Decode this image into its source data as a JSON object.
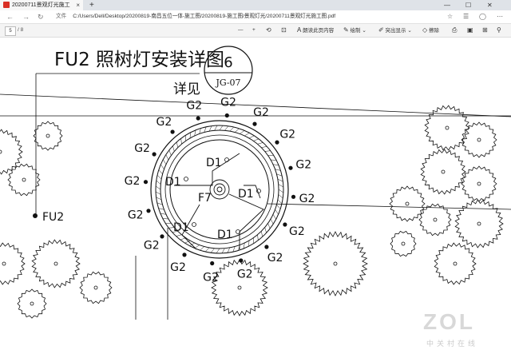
{
  "tab": {
    "title": "20200711景观灯光施工图.pdf",
    "close": "×",
    "new": "+"
  },
  "window": {
    "minimize": "—",
    "maximize": "☐",
    "close": "✕"
  },
  "address": {
    "label": "文件",
    "url": "C:/Users/Dell/Desktop/20200819-南昌五位一体-施工图/20200819-施工图/景观灯光/20200711景观灯光施工图.pdf"
  },
  "pdf_toolbar": {
    "page_input": "5",
    "page_total": "/ 8",
    "zoom_out": "—",
    "zoom_in": "+",
    "read_aloud": "朗读此页内容",
    "draw": "绘制",
    "highlight": "突出显示",
    "erase": "擦除"
  },
  "drawing": {
    "title": "FU2 照树灯安装详图",
    "detail_ref": "详见",
    "detail_num": "6",
    "detail_sheet": "JG-07",
    "fixture_label": "FU2",
    "center_label": "F7",
    "g_label": "G2",
    "d_label": "D1"
  },
  "watermark": {
    "logo": "ZOL",
    "sub": "中关村在线"
  },
  "colors": {
    "line": "#111111",
    "ui_bg": "#f4f4f4",
    "tab_bg": "#dfe3e8"
  }
}
